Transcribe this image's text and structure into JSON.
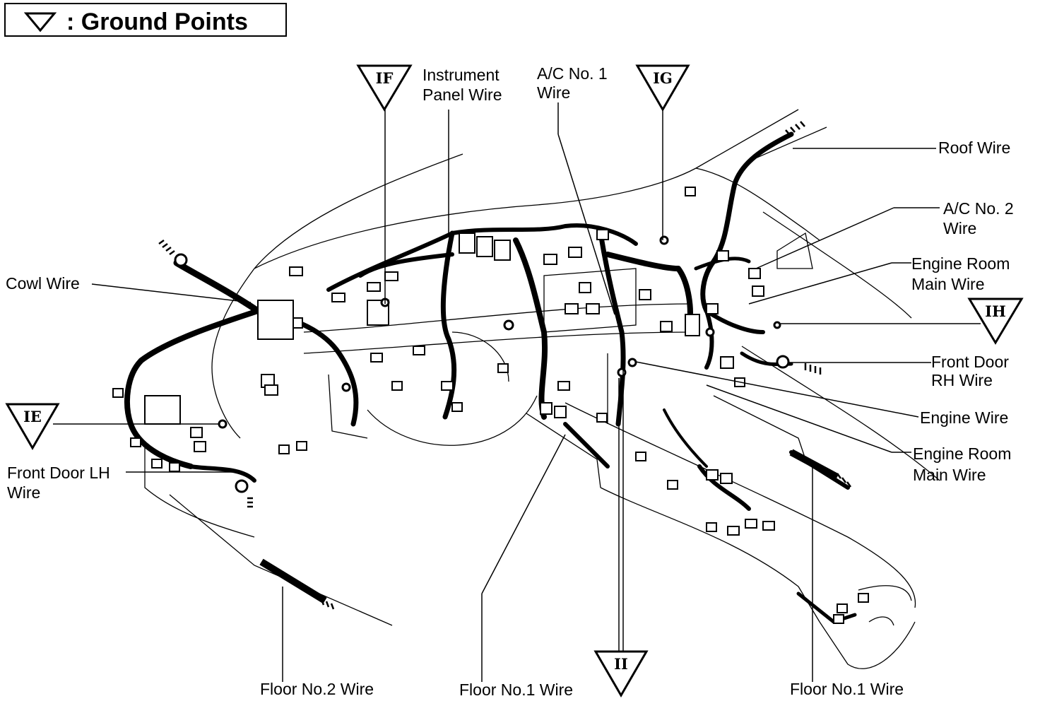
{
  "legend": {
    "colon_label": ":  Ground Points",
    "symbol": "triangle-down-icon"
  },
  "ground_points": {
    "ie": "IE",
    "if": "IF",
    "ig": "IG",
    "ih": "IH",
    "ii": "II"
  },
  "labels": {
    "instrument_panel_l1": "Instrument",
    "instrument_panel_l2": "Panel Wire",
    "ac1_l1": "A/C No. 1",
    "ac1_l2": "Wire",
    "roof": "Roof Wire",
    "ac2_l1": "A/C No. 2",
    "ac2_l2": "Wire",
    "engine_room_main_1_l1": "Engine Room",
    "engine_room_main_1_l2": "Main Wire",
    "front_door_rh_l1": "Front Door",
    "front_door_rh_l2": "RH Wire",
    "engine": "Engine Wire",
    "engine_room_main_2_l1": "Engine Room",
    "engine_room_main_2_l2": "Main Wire",
    "cowl": "Cowl Wire",
    "front_door_lh_l1": "Front Door LH",
    "front_door_lh_l2": "Wire",
    "floor2": "Floor No.2 Wire",
    "floor1_center": "Floor No.1 Wire",
    "floor1_right": "Floor No.1 Wire"
  }
}
